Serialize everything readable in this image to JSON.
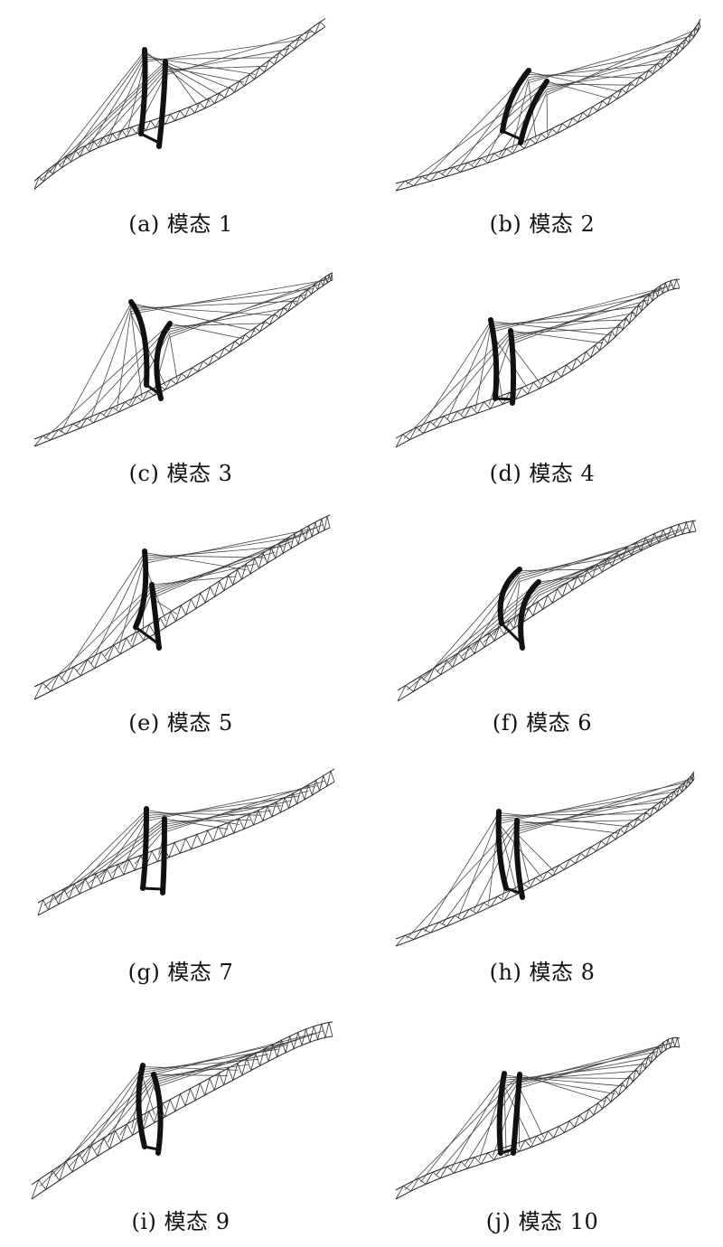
{
  "figure": {
    "panels": [
      {
        "label": "(a)",
        "title": "模态 1"
      },
      {
        "label": "(b)",
        "title": "模态 2"
      },
      {
        "label": "(c)",
        "title": "模态 3"
      },
      {
        "label": "(d)",
        "title": "模态 4"
      },
      {
        "label": "(e)",
        "title": "模态 5"
      },
      {
        "label": "(f)",
        "title": "模态 6"
      },
      {
        "label": "(g)",
        "title": "模态 7"
      },
      {
        "label": "(h)",
        "title": "模态 8"
      },
      {
        "label": "(i)",
        "title": "模态 9"
      },
      {
        "label": "(j)",
        "title": "模态 10"
      }
    ]
  }
}
